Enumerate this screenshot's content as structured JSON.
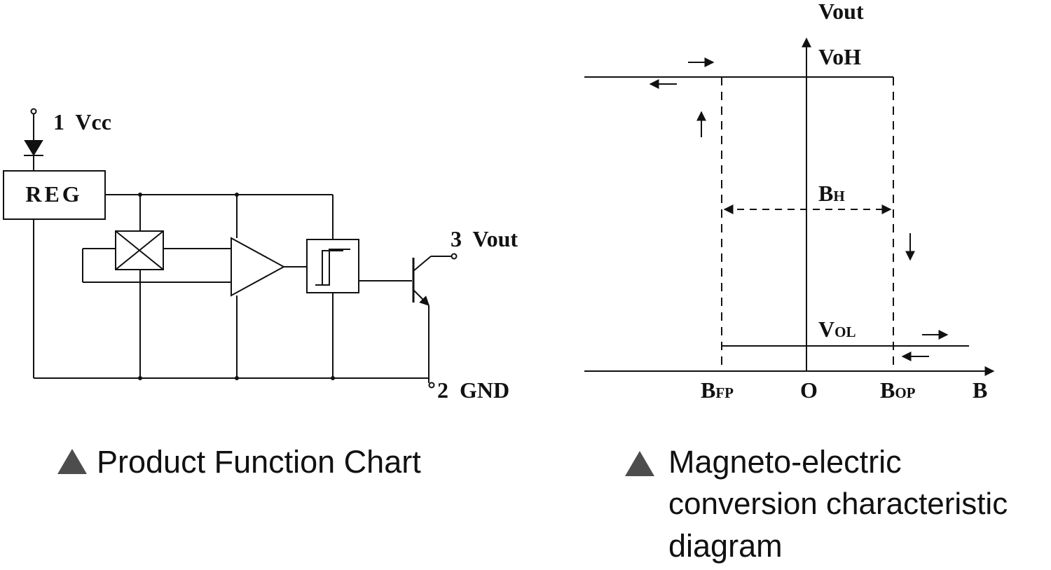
{
  "circuit": {
    "vcc_label": "1  Vcc",
    "reg_label": "REG",
    "vout_label": "3  Vout",
    "gnd_label": "2  GND",
    "caption": "Product Function Chart"
  },
  "characteristic": {
    "y_axis_label": "Vout",
    "voh_label": "VoH",
    "vol_main": "V",
    "vol_sub": "OL",
    "bh_main": "B",
    "bh_sub": "H",
    "brp_main": "B",
    "brp_sub": "FP",
    "origin_label": "O",
    "bop_main": "B",
    "bop_sub": "OP",
    "x_axis_label": "B",
    "caption_lines": [
      "Magneto-electric",
      "conversion characteristic",
      "diagram"
    ]
  },
  "colors": {
    "line": "#111111",
    "caption_triangle": "#4d4d4d"
  }
}
